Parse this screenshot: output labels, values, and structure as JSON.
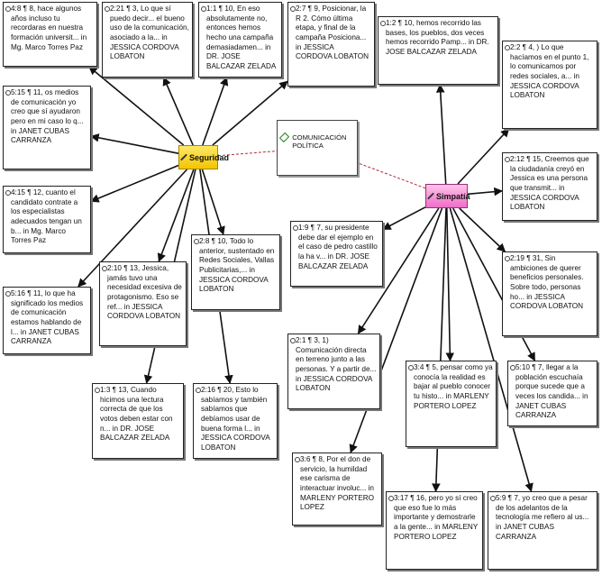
{
  "codes": {
    "seguridad": {
      "label": "Seguridad",
      "color": "#f3c500"
    },
    "simpatia": {
      "label": "Simpatía",
      "color": "#ee6ec8"
    },
    "comunicacion": {
      "label": "COMUNICACIÓN POLÍTICA"
    }
  },
  "quotes": [
    "4:8 ¶ 8, hace algunos años incluso tu recordaras en nuestra formación universit... in Mg. Marco Torres Paz",
    "2:21 ¶ 3, Lo que sí puedo decir... el bueno uso de la comunicación, asociado a la... in JESSICA CORDOVA LOBATON",
    "1:1 ¶ 10, En eso absolutamente no, entonces hemos hecho una campaña demasiadamen... in DR. JOSE BALCAZAR ZELADA",
    "2:7 ¶ 9, Posicionar, la R 2. Cómo última etapa, y final de la campaña Posiciona... in JESSICA CORDOVA LOBATON",
    "1:2 ¶ 10, hemos recorrido las bases, los pueblos, dos veces hemos recorrido Pamp... in DR. JOSE BALCAZAR ZELADA",
    "2:2 ¶ 4, ) Lo que hacíamos en el punto 1, lo comunicamos por redes sociales, a... in JESSICA CORDOVA LOBATON",
    "5:15 ¶ 11, os medios de comunicación yo creo que sí ayudaron pero en mi caso lo q... in JANET CUBAS CARRANZA",
    "2:12 ¶ 15, Creemos que la ciudadanía creyó en Jessica es una persona que transmit... in JESSICA CORDOVA LOBATON",
    "4:15 ¶ 12, cuanto el candidato contrate a los especialistas adecuados tengan un b... in Mg. Marco Torres Paz",
    "1:9 ¶ 7, su presidente debe dar el ejemplo en el caso de pedro castillo la ha v... in DR. JOSE BALCAZAR ZELADA",
    "2:8 ¶ 10, Todo lo anterior, sustentado en Redes Sociales, Vallas Publicitarias,... in JESSICA CORDOVA LOBATON",
    "2:19 ¶ 31, Sin ambiciones de querer beneficios personales. Sobre todo, personas ho... in JESSICA CORDOVA LOBATON",
    "2:10 ¶ 13, Jessica, jamás tuvo una necesidad excesiva de protagonismo. Eso se ref... in JESSICA CORDOVA LOBATON",
    "5:16 ¶ 11, lo que ha significado los medios de comunicación estamos hablando de l... in JANET CUBAS CARRANZA",
    "2:1 ¶ 3, 1) Comunicación directa en terreno junto a las personas. Y a partir de... in JESSICA CORDOVA LOBATON",
    "5:10 ¶ 7, llegar a la población escuchaía porque sucede que a veces los candida... in JANET CUBAS CARRANZA",
    "3:4 ¶ 5, pensar como ya conocía la realidad es bajar al pueblo conocer tu histo... in MARLENY PORTERO LOPEZ",
    "1:3 ¶ 13, Cuando hicimos una lectura correcta de que los votos deben estar con n... in DR. JOSE BALCAZAR ZELADA",
    "2:16 ¶ 20, Esto lo sabíamos y también sabíamos que debíamos usar de buena forma l... in JESSICA CORDOVA LOBATON",
    "3:6 ¶ 8, Por el don de servicio, la humildad ese carisma de interactuar involuc... in MARLENY PORTERO LOPEZ",
    "3:17 ¶ 16, pero yo sí creo que eso fue lo más importante y demostrarle a la gente... in MARLENY PORTERO LOPEZ",
    "5:9 ¶ 7, yo creo que a pesar de los adelantos de la tecnología me refiero al us... in JANET CUBAS CARRANZA"
  ],
  "links": [
    [
      "seguridad",
      0
    ],
    [
      "seguridad",
      1
    ],
    [
      "seguridad",
      2
    ],
    [
      "seguridad",
      3
    ],
    [
      "seguridad",
      6
    ],
    [
      "seguridad",
      8
    ],
    [
      "seguridad",
      10
    ],
    [
      "seguridad",
      12
    ],
    [
      "seguridad",
      13
    ],
    [
      "seguridad",
      17
    ],
    [
      "seguridad",
      18
    ],
    [
      "simpatia",
      4
    ],
    [
      "simpatia",
      5
    ],
    [
      "simpatia",
      7
    ],
    [
      "simpatia",
      9
    ],
    [
      "simpatia",
      11
    ],
    [
      "simpatia",
      14
    ],
    [
      "simpatia",
      15
    ],
    [
      "simpatia",
      16
    ],
    [
      "simpatia",
      19
    ],
    [
      "simpatia",
      20
    ],
    [
      "simpatia",
      21
    ]
  ],
  "dashed_links": [
    [
      "seguridad",
      "comunicacion"
    ],
    [
      "simpatia",
      "comunicacion"
    ]
  ]
}
